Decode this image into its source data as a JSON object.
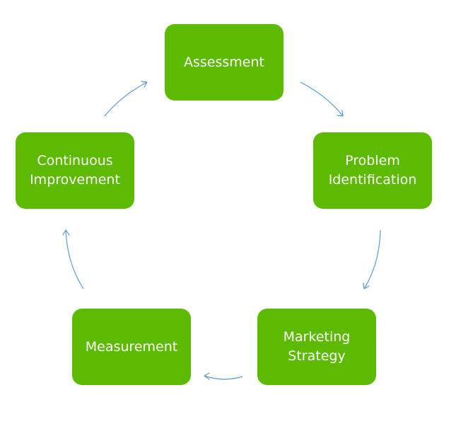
{
  "diagram": {
    "colors": {
      "node_fill": "#5cbb00",
      "node_text": "#ffffff",
      "arrow": "#5b9bd5",
      "background": "#ffffff"
    },
    "nodes": [
      {
        "id": "assessment",
        "lines": [
          "Assessment"
        ]
      },
      {
        "id": "problem",
        "lines": [
          "Problem",
          "Identification"
        ]
      },
      {
        "id": "marketing",
        "lines": [
          "Marketing",
          "Strategy"
        ]
      },
      {
        "id": "measurement",
        "lines": [
          "Measurement"
        ]
      },
      {
        "id": "continuous",
        "lines": [
          "Continuous",
          "Improvement"
        ]
      }
    ],
    "edges": [
      {
        "from": "assessment",
        "to": "problem"
      },
      {
        "from": "problem",
        "to": "marketing"
      },
      {
        "from": "marketing",
        "to": "measurement"
      },
      {
        "from": "measurement",
        "to": "continuous"
      },
      {
        "from": "continuous",
        "to": "assessment"
      }
    ]
  }
}
